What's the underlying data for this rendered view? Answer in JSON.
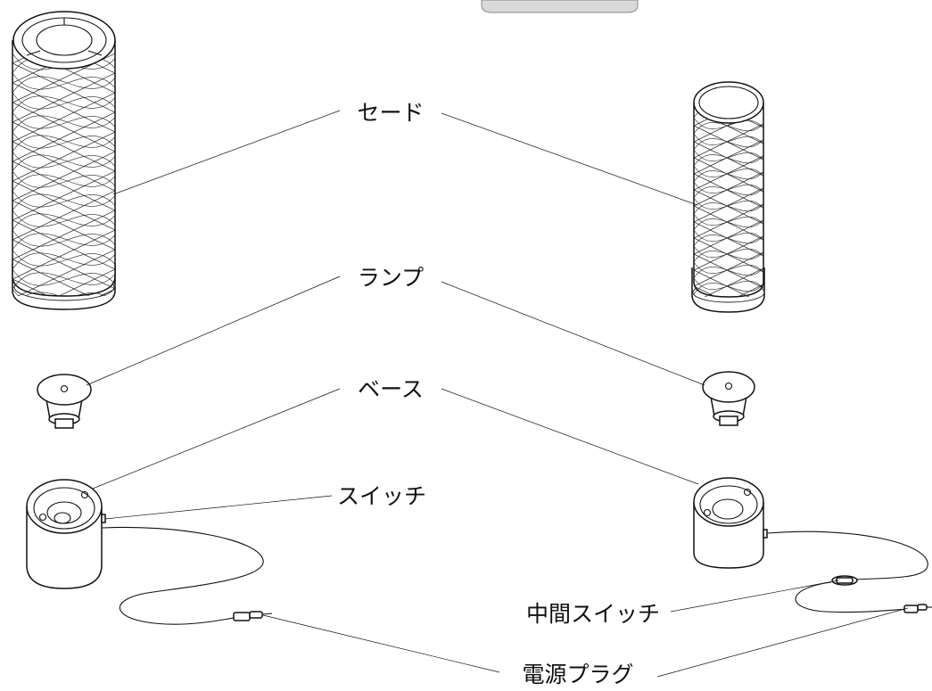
{
  "labels": {
    "shade": "セード",
    "lamp": "ランプ",
    "base": "ベース",
    "switch": "スイッチ",
    "inline_switch": "中間スイッチ",
    "power_plug": "電源プラグ"
  },
  "colors": {
    "line": "#111111",
    "background": "#ffffff",
    "tab": "#d9d9d9"
  }
}
